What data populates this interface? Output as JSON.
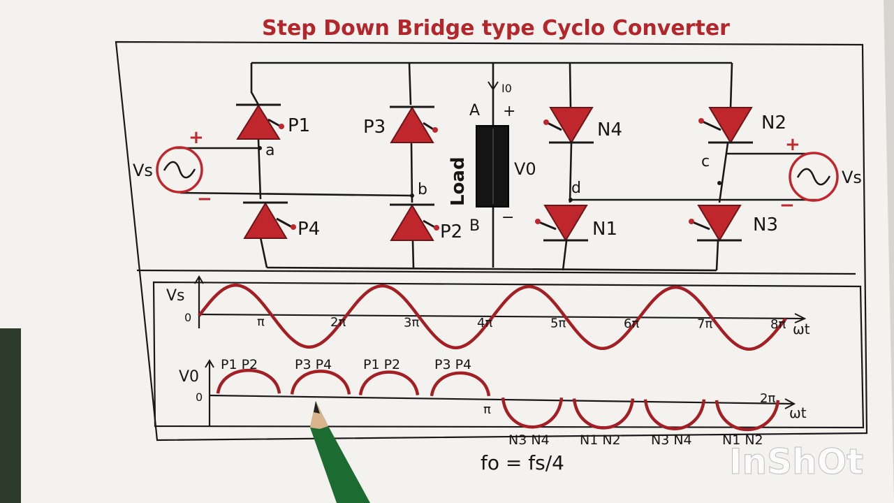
{
  "title": "Step Down Bridge type Cyclo Converter",
  "colors": {
    "ink": "#161616",
    "red": "#c0272d",
    "paper": "#f4f3f0"
  },
  "circuit": {
    "thyristors": {
      "p1": "P1",
      "p2": "P2",
      "p3": "P3",
      "p4": "P4",
      "n1": "N1",
      "n2": "N2",
      "n3": "N3",
      "n4": "N4"
    },
    "nodes": {
      "a": "a",
      "b": "b",
      "c": "c",
      "d": "d",
      "A": "A",
      "B": "B"
    },
    "load": "Load",
    "vo": "V0",
    "io": "I0",
    "source_left": "Vs",
    "source_right": "Vs",
    "plus": "+",
    "minus": "−"
  },
  "graph_vs": {
    "ylabel": "Vs",
    "origin": "0",
    "xlabel": "ωt",
    "ticks": [
      "π",
      "2π",
      "3π",
      "4π",
      "5π",
      "6π",
      "7π",
      "8π"
    ]
  },
  "graph_vo": {
    "ylabel": "V0",
    "origin": "0",
    "xlabel": "ωt",
    "pos_labels": [
      "P1 P2",
      "P3 P4",
      "P1 P2",
      "P3 P4"
    ],
    "neg_labels": [
      "N3 N4",
      "N1 N2",
      "N3 N4",
      "N1 N2"
    ],
    "tick_pi": "π",
    "tick_2pi": "2π"
  },
  "formula": "fo = fs/4",
  "watermark": "InShOt"
}
